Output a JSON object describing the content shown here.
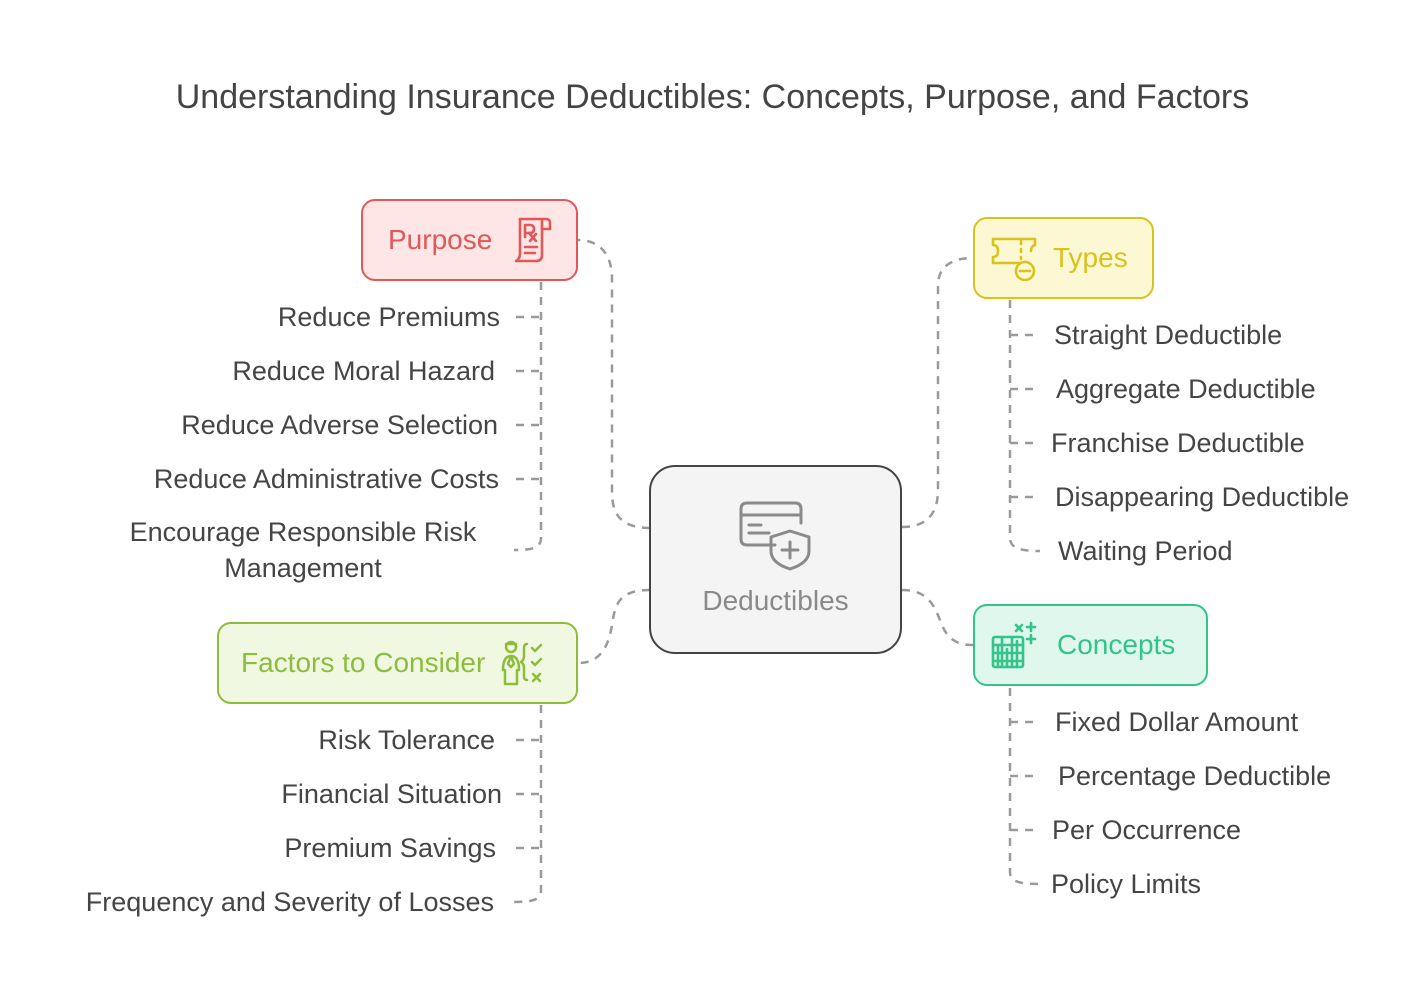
{
  "title": "Understanding Insurance Deductibles: Concepts, Purpose, and Factors",
  "center": {
    "label": "Deductibles",
    "icon": "credit-card-shield-icon",
    "color": "#444444"
  },
  "purpose": {
    "label": "Purpose",
    "icon": "prescription-document-icon",
    "color": "#e05858",
    "items": [
      "Reduce Premiums",
      "Reduce Moral Hazard",
      "Reduce Adverse Selection",
      "Reduce Administrative Costs",
      "Encourage Responsible Risk Management"
    ]
  },
  "factors": {
    "label": "Factors to Consider",
    "icon": "person-checklist-icon",
    "color": "#8cbd3c",
    "items": [
      "Risk Tolerance",
      "Financial Situation",
      "Premium Savings",
      "Frequency and Severity of Losses"
    ]
  },
  "types": {
    "label": "Types",
    "icon": "ticket-minus-icon",
    "color": "#d9c21b",
    "items": [
      "Straight Deductible",
      "Aggregate Deductible",
      "Franchise Deductible",
      "Disappearing Deductible",
      "Waiting Period"
    ]
  },
  "concepts": {
    "label": "Concepts",
    "icon": "calculator-chart-icon",
    "color": "#33c48a",
    "items": [
      "Fixed Dollar Amount",
      "Percentage Deductible",
      "Per Occurrence",
      "Policy Limits"
    ]
  }
}
